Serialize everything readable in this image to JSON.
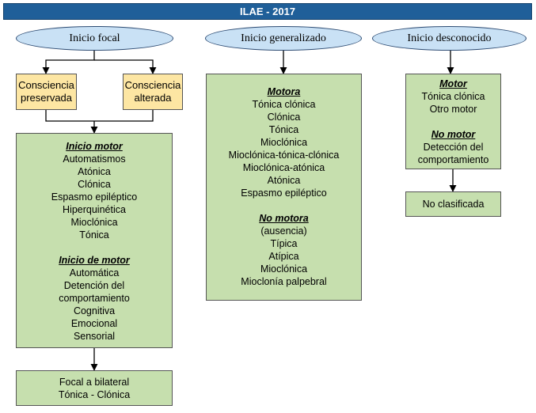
{
  "title": "ILAE - 2017",
  "focal": {
    "label": "Inicio focal",
    "preserved": [
      "Consciencia",
      "preservada"
    ],
    "altered": [
      "Consciencia",
      "alterada"
    ],
    "motor_heading": "Inicio motor",
    "motor_items": [
      "Automatismos",
      "Atónica",
      "Clónica",
      "Espasmo epiléptico",
      "Hiperquinética",
      "Mioclónica",
      "Tónica"
    ],
    "nonmotor_heading": "Inicio de motor",
    "nonmotor_items": [
      "Automática",
      "Detención del",
      "comportamiento",
      "Cognitiva",
      "Emocional",
      "Sensorial"
    ],
    "bilateral": [
      "Focal a bilateral",
      "Tónica - Clónica"
    ]
  },
  "generalized": {
    "label": "Inicio generalizado",
    "motor_heading": "Motora",
    "motor_items": [
      "Tónica clónica",
      "Clónica",
      "Tónica",
      "Mioclónica",
      "Mioclónica-tónica-clónica",
      "Mioclónica-atónica",
      "Atónica",
      "Espasmo epiléptico"
    ],
    "nonmotor_heading": "No motora",
    "nonmotor_items": [
      "(ausencia)",
      "Típica",
      "Atípica",
      "Mioclónica",
      "Mioclonía palpebral"
    ]
  },
  "unknown": {
    "label": "Inicio desconocido",
    "motor_heading": "Motor",
    "motor_items": [
      "Tónica clónica",
      "Otro motor"
    ],
    "nonmotor_heading": "No motor",
    "nonmotor_items": [
      "Detección del",
      "comportamiento"
    ],
    "unclassified": "No clasificada"
  }
}
